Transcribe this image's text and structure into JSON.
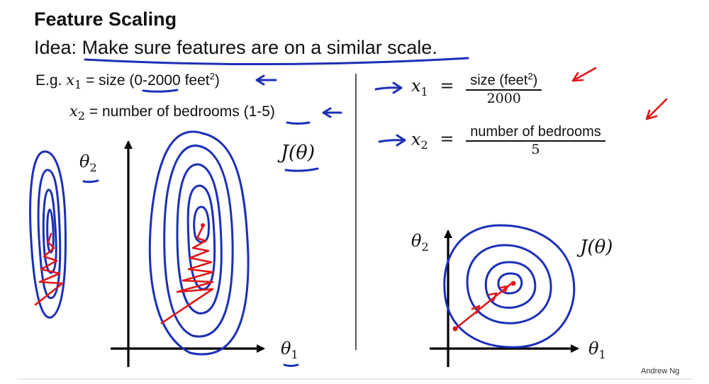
{
  "slide": {
    "title": "Feature Scaling",
    "idea_prefix": "Idea: ",
    "idea_text": "Make sure features are on a similar scale",
    "idea_suffix": ".",
    "credit": "Andrew Ng"
  },
  "example": {
    "eg_label": "E.g.",
    "x1_var": "x",
    "x1_sub": "1",
    "x1_desc_pre": " = size (",
    "x1_range": "0-2000",
    "x1_unit": " feet",
    "x1_exp": "2",
    "x1_close": ")",
    "x2_var": "x",
    "x2_sub": "2",
    "x2_desc_pre": " = number of bedrooms (",
    "x2_range": "1-5",
    "x2_close": ")"
  },
  "formulas": {
    "x1_var": "x",
    "x1_sub": "1",
    "eq": "=",
    "x1_num_pre": "size (feet",
    "x1_num_exp": "2",
    "x1_num_post": ")",
    "x1_den": "2000",
    "x2_var": "x",
    "x2_sub": "2",
    "x2_num": "number of bedrooms",
    "x2_den": "5"
  },
  "left_plot": {
    "theta2": "θ",
    "theta2_sub": "2",
    "theta1": "θ",
    "theta1_sub": "1",
    "cost": "J(θ)"
  },
  "right_plot": {
    "theta2": "θ",
    "theta2_sub": "2",
    "theta1": "θ",
    "theta1_sub": "1",
    "cost": "J(θ)"
  },
  "colors": {
    "ink_blue": "#1c2fb8",
    "ink_red": "#e01818",
    "text": "#111111"
  }
}
